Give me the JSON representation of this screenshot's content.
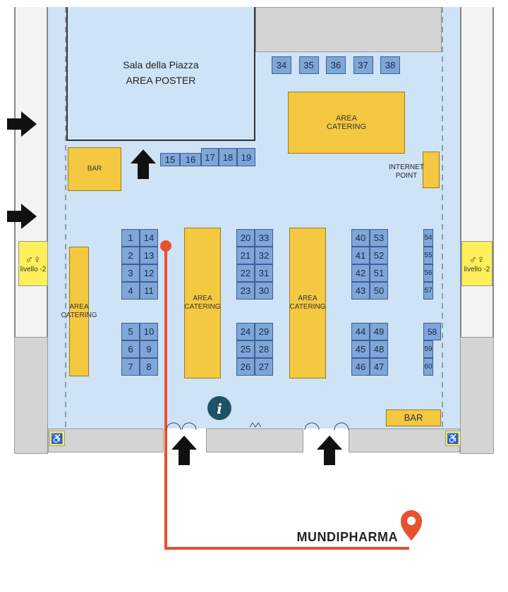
{
  "hall": {
    "sala_title": "Sala della Piazza",
    "sala_subtitle": "AREA POSTER",
    "info_glyph": "i"
  },
  "booths": {
    "row_top": [
      "34",
      "35",
      "36",
      "37",
      "38"
    ],
    "row_bar": [
      "15",
      "16",
      "17",
      "18",
      "19"
    ],
    "block_a": [
      "1",
      "14",
      "2",
      "13",
      "3",
      "12",
      "4",
      "11"
    ],
    "block_b": [
      "5",
      "10",
      "6",
      "9",
      "7",
      "8"
    ],
    "block_c": [
      "20",
      "33",
      "21",
      "32",
      "22",
      "31",
      "23",
      "30"
    ],
    "block_d": [
      "24",
      "29",
      "25",
      "28",
      "26",
      "27"
    ],
    "block_e": [
      "40",
      "53",
      "41",
      "52",
      "42",
      "51",
      "43",
      "50"
    ],
    "block_f": [
      "44",
      "49",
      "45",
      "48",
      "46",
      "47"
    ],
    "right_col": [
      "54",
      "55",
      "56",
      "57",
      "58",
      "59",
      "60"
    ]
  },
  "areas": {
    "catering": "AREA CATERING",
    "bar_left": "BAR",
    "bar_right": "BAR",
    "internet_point": "INTERNET POINT",
    "livello_left": "livello -2",
    "livello_right": "livello -2"
  },
  "route": {
    "destination": "MUNDIPHARMA",
    "color": "#e8502e"
  },
  "colors": {
    "floor": "#cfe3f6",
    "booth": "#7fa6d8",
    "catering": "#f5c842",
    "wall": "#d4d4d4",
    "route": "#e8502e",
    "info": "#1f5266"
  },
  "icons": [
    "entrance-arrow-icon",
    "wheelchair-icon",
    "toilet-icon",
    "info-icon",
    "location-pin-icon"
  ]
}
